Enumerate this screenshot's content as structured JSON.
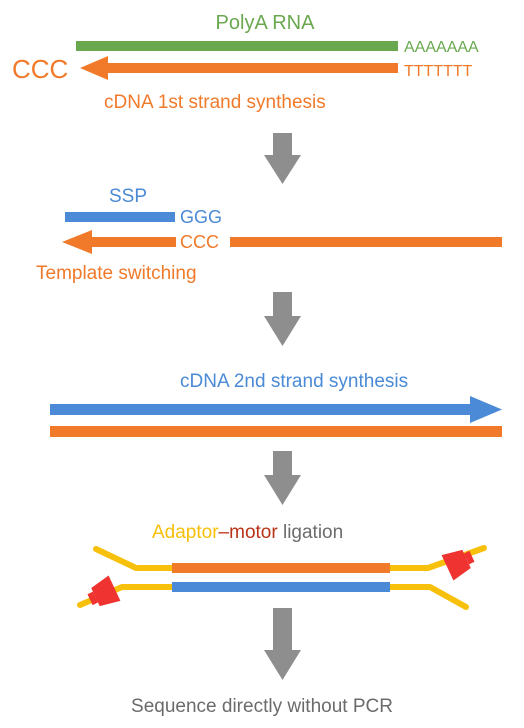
{
  "colors": {
    "green": "#6aa84f",
    "orange": "#f07a2a",
    "blue": "#4a8ad6",
    "yellow": "#f7c00a",
    "dark_red": "#b83218",
    "red": "#ee3330",
    "gray": "#8e8e8e",
    "text_gray": "#6b6b6b"
  },
  "step1": {
    "rna_label": "PolyA RNA",
    "polya": "AAAAAAA",
    "ccc": "CCC",
    "polyt": "TTTTTTT",
    "caption": "cDNA 1st strand synthesis"
  },
  "step2": {
    "ssp_label": "SSP",
    "ggg": "GGG",
    "ccc": "CCC",
    "caption": "Template switching"
  },
  "step3": {
    "caption": "cDNA 2nd strand synthesis"
  },
  "step4": {
    "adaptor": "Adaptor",
    "dash": "–",
    "motor": "motor",
    "ligation": " ligation"
  },
  "step5": {
    "caption": "Sequence directly without PCR"
  },
  "icons": {
    "down_arrow": "down-arrow-icon",
    "motor": "motor-protein-icon"
  }
}
